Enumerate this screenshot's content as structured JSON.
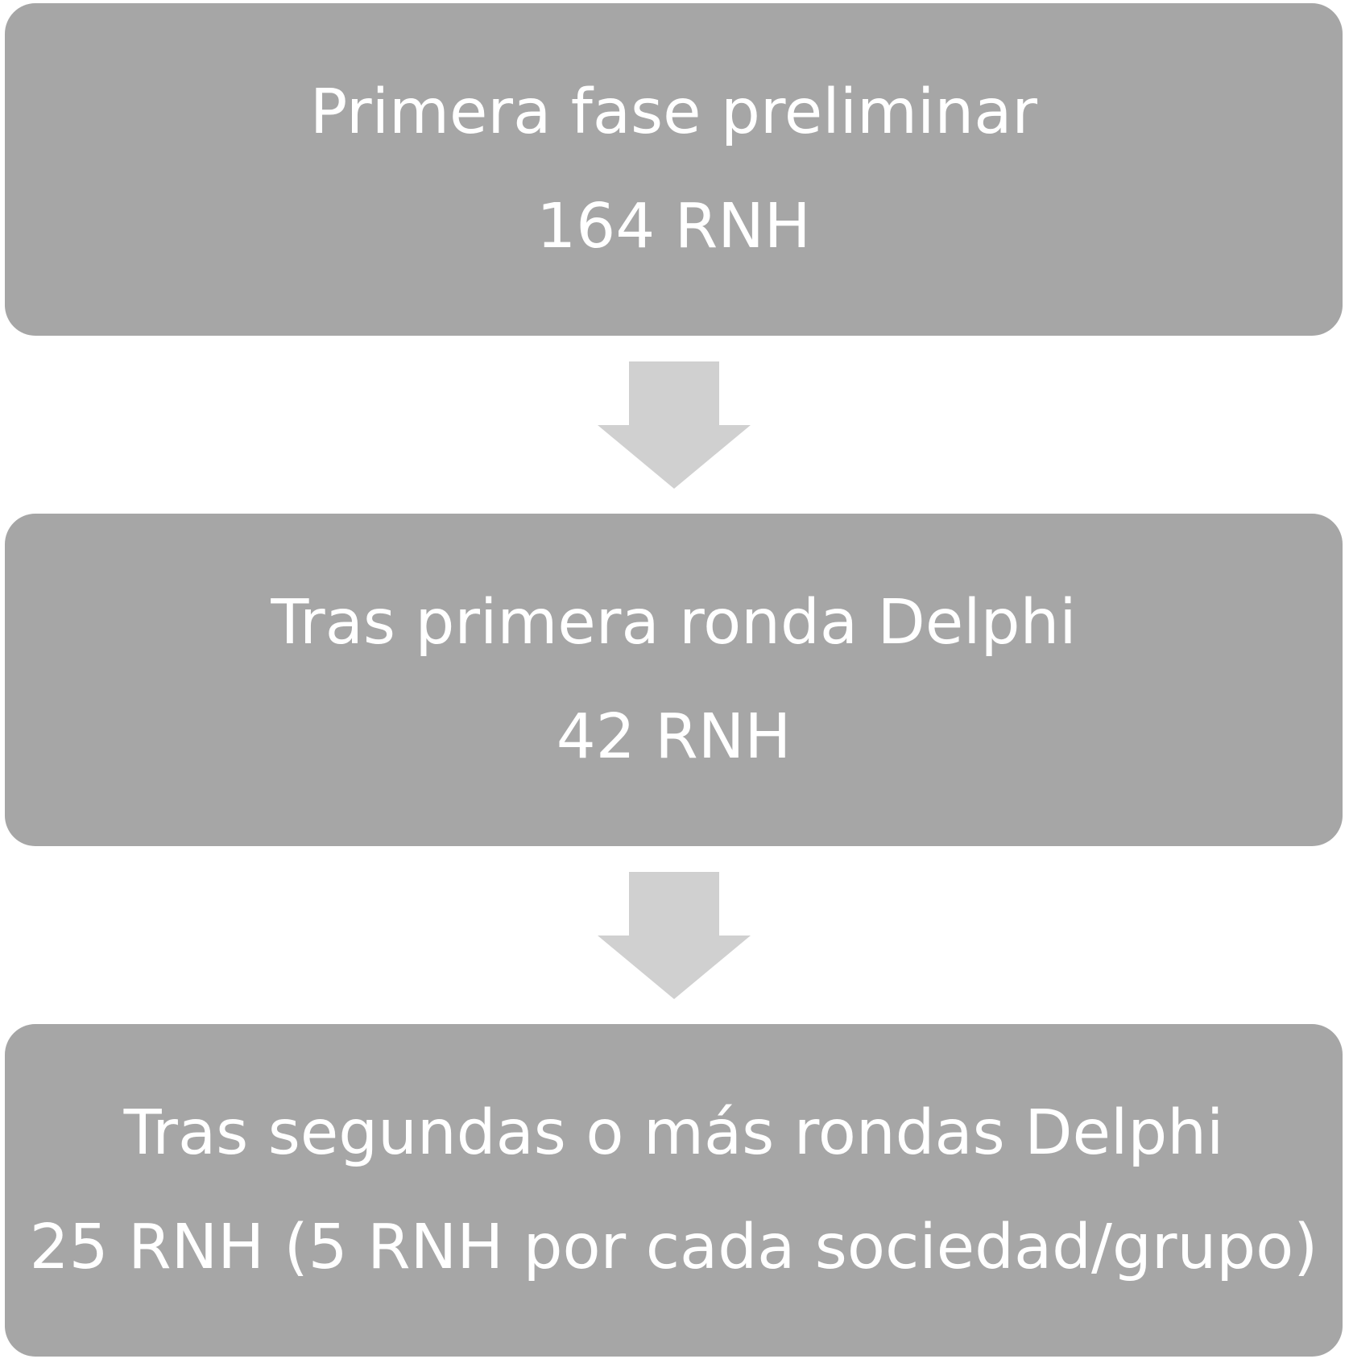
{
  "steps": [
    {
      "title": "Primera fase preliminar",
      "count": "164 RNH"
    },
    {
      "title": "Tras primera ronda Delphi",
      "count": "42 RNH"
    },
    {
      "title": "Tras segundas o más rondas Delphi",
      "count": "25 RNH (5 RNH por cada sociedad/grupo)"
    }
  ],
  "colors": {
    "box_fill": "#a6a6a6",
    "arrow_fill": "#d0d0d0",
    "text": "#ffffff"
  }
}
